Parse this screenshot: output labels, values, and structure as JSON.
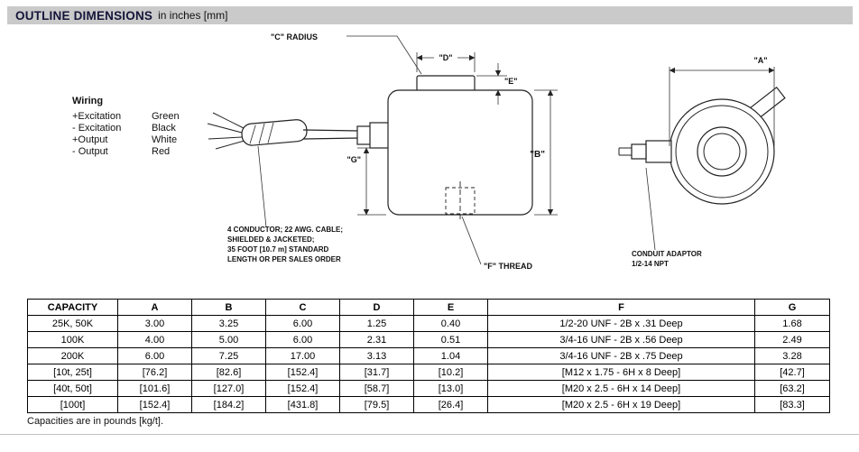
{
  "header": {
    "title": "OUTLINE DIMENSIONS",
    "subtitle": "in inches [mm]"
  },
  "wiring": {
    "title": "Wiring",
    "rows": [
      {
        "signal": "+Excitation",
        "color": "Green"
      },
      {
        "signal": "- Excitation",
        "color": "Black"
      },
      {
        "signal": "+Output",
        "color": "White"
      },
      {
        "signal": "- Output",
        "color": "Red"
      }
    ]
  },
  "drawing": {
    "dim_labels": {
      "c_radius": "\"C\" RADIUS",
      "d": "\"D\"",
      "e": "\"E\"",
      "b": "\"B\"",
      "g": "\"G\"",
      "a": "\"A\"",
      "f_thread": "\"F\" THREAD"
    },
    "cable_note": [
      "4 CONDUCTOR; 22 AWG. CABLE;",
      "SHIELDED & JACKETED;",
      "35 FOOT [10.7 m] STANDARD",
      "LENGTH OR PER SALES ORDER"
    ],
    "conduit_note": [
      "CONDUIT ADAPTOR",
      "1/2-14 NPT"
    ]
  },
  "table": {
    "headers": [
      "CAPACITY",
      "A",
      "B",
      "C",
      "D",
      "E",
      "F",
      "G"
    ],
    "rows": [
      [
        "25K, 50K",
        "3.00",
        "3.25",
        "6.00",
        "1.25",
        "0.40",
        "1/2-20 UNF - 2B x .31 Deep",
        "1.68"
      ],
      [
        "100K",
        "4.00",
        "5.00",
        "6.00",
        "2.31",
        "0.51",
        "3/4-16 UNF - 2B x .56 Deep",
        "2.49"
      ],
      [
        "200K",
        "6.00",
        "7.25",
        "17.00",
        "3.13",
        "1.04",
        "3/4-16 UNF - 2B x .75 Deep",
        "3.28"
      ],
      [
        "[10t, 25t]",
        "[76.2]",
        "[82.6]",
        "[152.4]",
        "[31.7]",
        "[10.2]",
        "[M12 x 1.75 - 6H x 8 Deep]",
        "[42.7]"
      ],
      [
        "[40t, 50t]",
        "[101.6]",
        "[127.0]",
        "[152.4]",
        "[58.7]",
        "[13.0]",
        "[M20 x 2.5 - 6H x 14 Deep]",
        "[63.2]"
      ],
      [
        "[100t]",
        "[152.4]",
        "[184.2]",
        "[431.8]",
        "[79.5]",
        "[26.4]",
        "[M20 x 2.5 - 6H x 19 Deep]",
        "[83.3]"
      ]
    ],
    "footnote": "Capacities are in pounds [kg/t]."
  },
  "colors": {
    "header_bar": "#cacaca",
    "title_text": "#15153a",
    "line": "#222222"
  }
}
